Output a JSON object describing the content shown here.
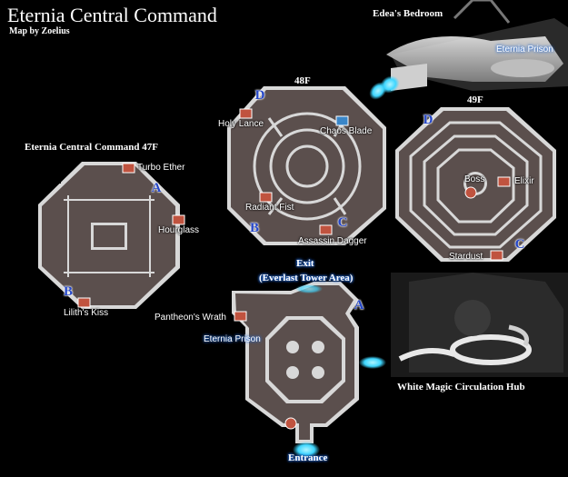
{
  "title": "Eternia Central Command",
  "subtitle": "Map by Zoelius",
  "floors": {
    "f47": "Eternia Central Command 47F",
    "f48": "48F",
    "f49": "49F",
    "edea": "Edea's Bedroom",
    "hub": "White Magic Circulation Hub"
  },
  "labels": {
    "turbo_ether": "Turbo Ether",
    "hourglass": "Hourglass",
    "liliths_kiss": "Lilith's Kiss",
    "holy_lance": "Holy Lance",
    "chaos_blade": "Chaos Blade",
    "radiant_fist": "Radiant Fist",
    "assassin_dagger": "Assassin Dagger",
    "boss": "Boss",
    "elixir": "Elixir",
    "stardust": "Stardust",
    "pantheons_wrath": "Pantheon's Wrath"
  },
  "blue_labels": {
    "exit_line1": "Exit",
    "exit_line2": "(Everlast Tower Area)",
    "prison_left": "Eternia Prison",
    "prison_top": "Eternia Prison",
    "entrance": "Entrance"
  },
  "letters": {
    "a": "A",
    "b": "B",
    "c": "C",
    "d": "D"
  },
  "colors": {
    "floor": "#5b4f4d",
    "wall": "#d8d8d8",
    "chest": "#c0533f",
    "chest_special": "#3a86c8",
    "marker": "#2446c8",
    "glow": "#3ed6ff"
  }
}
